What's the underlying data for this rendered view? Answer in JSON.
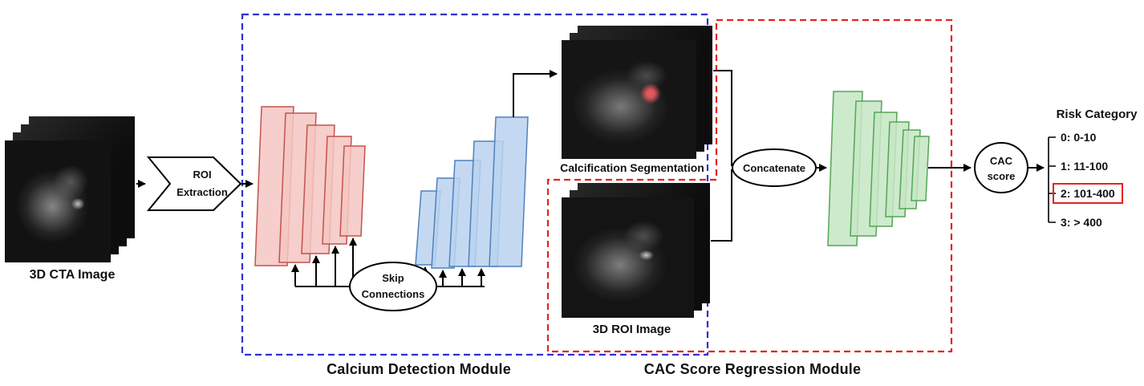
{
  "input": {
    "label": "3D CTA Image"
  },
  "roi_extraction": {
    "line1": "ROI",
    "line2": "Extraction"
  },
  "detection_module": {
    "label": "Calcium Detection Module",
    "skip_connections": {
      "line1": "Skip",
      "line2": "Connections"
    },
    "segmentation_label": "Calcification Segmentation"
  },
  "regression_module": {
    "label": "CAC Score Regression Module",
    "roi_image_label": "3D ROI Image",
    "concatenate_label": "Concatenate",
    "cac_score": {
      "line1": "CAC",
      "line2": "score"
    }
  },
  "risk": {
    "title": "Risk Category",
    "categories": [
      {
        "label": "0: 0-10",
        "highlighted": false
      },
      {
        "label": "1: 11-100",
        "highlighted": false
      },
      {
        "label": "2: 101-400",
        "highlighted": true
      },
      {
        "label": "3: > 400",
        "highlighted": false
      }
    ]
  },
  "colors": {
    "detection_box": "#3030d0",
    "regression_box": "#e42320",
    "encoder_fill": "#f5c6c2",
    "encoder_border": "#c3524e",
    "decoder_fill": "#bad2ee",
    "decoder_border": "#5080bd",
    "conv_fill": "#c6e6c4",
    "conv_border": "#53a653",
    "highlight_box": "#e42320",
    "arrow": "#000000"
  }
}
